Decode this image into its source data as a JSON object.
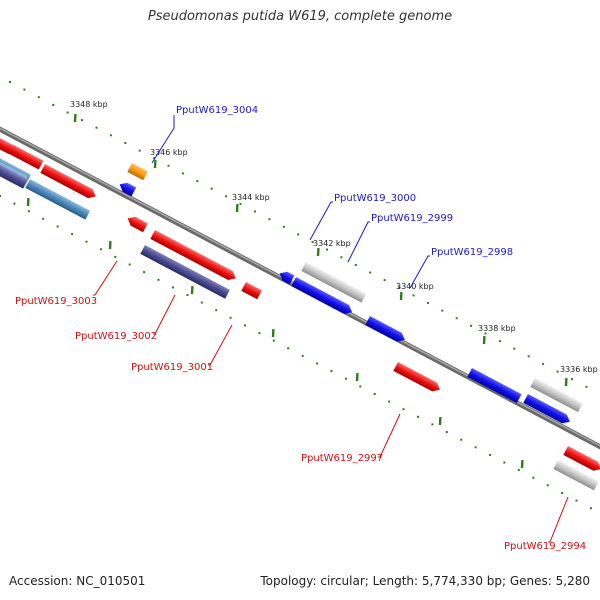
{
  "title": "Pseudomonas putida W619, complete genome",
  "footer": {
    "accession": "Accession: NC_010501",
    "summary": "Topology: circular; Length: 5,774,330 bp; Genes: 5,280"
  },
  "colors": {
    "backbone": "#888888",
    "tick": "#2e7d18",
    "label_forward": "#1a1ac8",
    "label_reverse": "#cc1111"
  },
  "ticks": [
    {
      "label": "3348 kbp",
      "pos": 3348
    },
    {
      "label": "3346 kbp",
      "pos": 3346
    },
    {
      "label": "3344 kbp",
      "pos": 3344
    },
    {
      "label": "3342 kbp",
      "pos": 3342
    },
    {
      "label": "3340 kbp",
      "pos": 3340
    },
    {
      "label": "3338 kbp",
      "pos": 3338
    },
    {
      "label": "3336 kbp",
      "pos": 3336
    }
  ],
  "gene_labels": [
    {
      "text": "PputW619_3004",
      "strand": "forward"
    },
    {
      "text": "PputW619_3000",
      "strand": "forward"
    },
    {
      "text": "PputW619_2999",
      "strand": "forward"
    },
    {
      "text": "PputW619_2998",
      "strand": "forward"
    },
    {
      "text": "PputW619_3003",
      "strand": "reverse"
    },
    {
      "text": "PputW619_3002",
      "strand": "reverse"
    },
    {
      "text": "PputW619_3001",
      "strand": "reverse"
    },
    {
      "text": "PputW619_2997",
      "strand": "reverse"
    },
    {
      "text": "PputW619_2994",
      "strand": "reverse"
    }
  ]
}
